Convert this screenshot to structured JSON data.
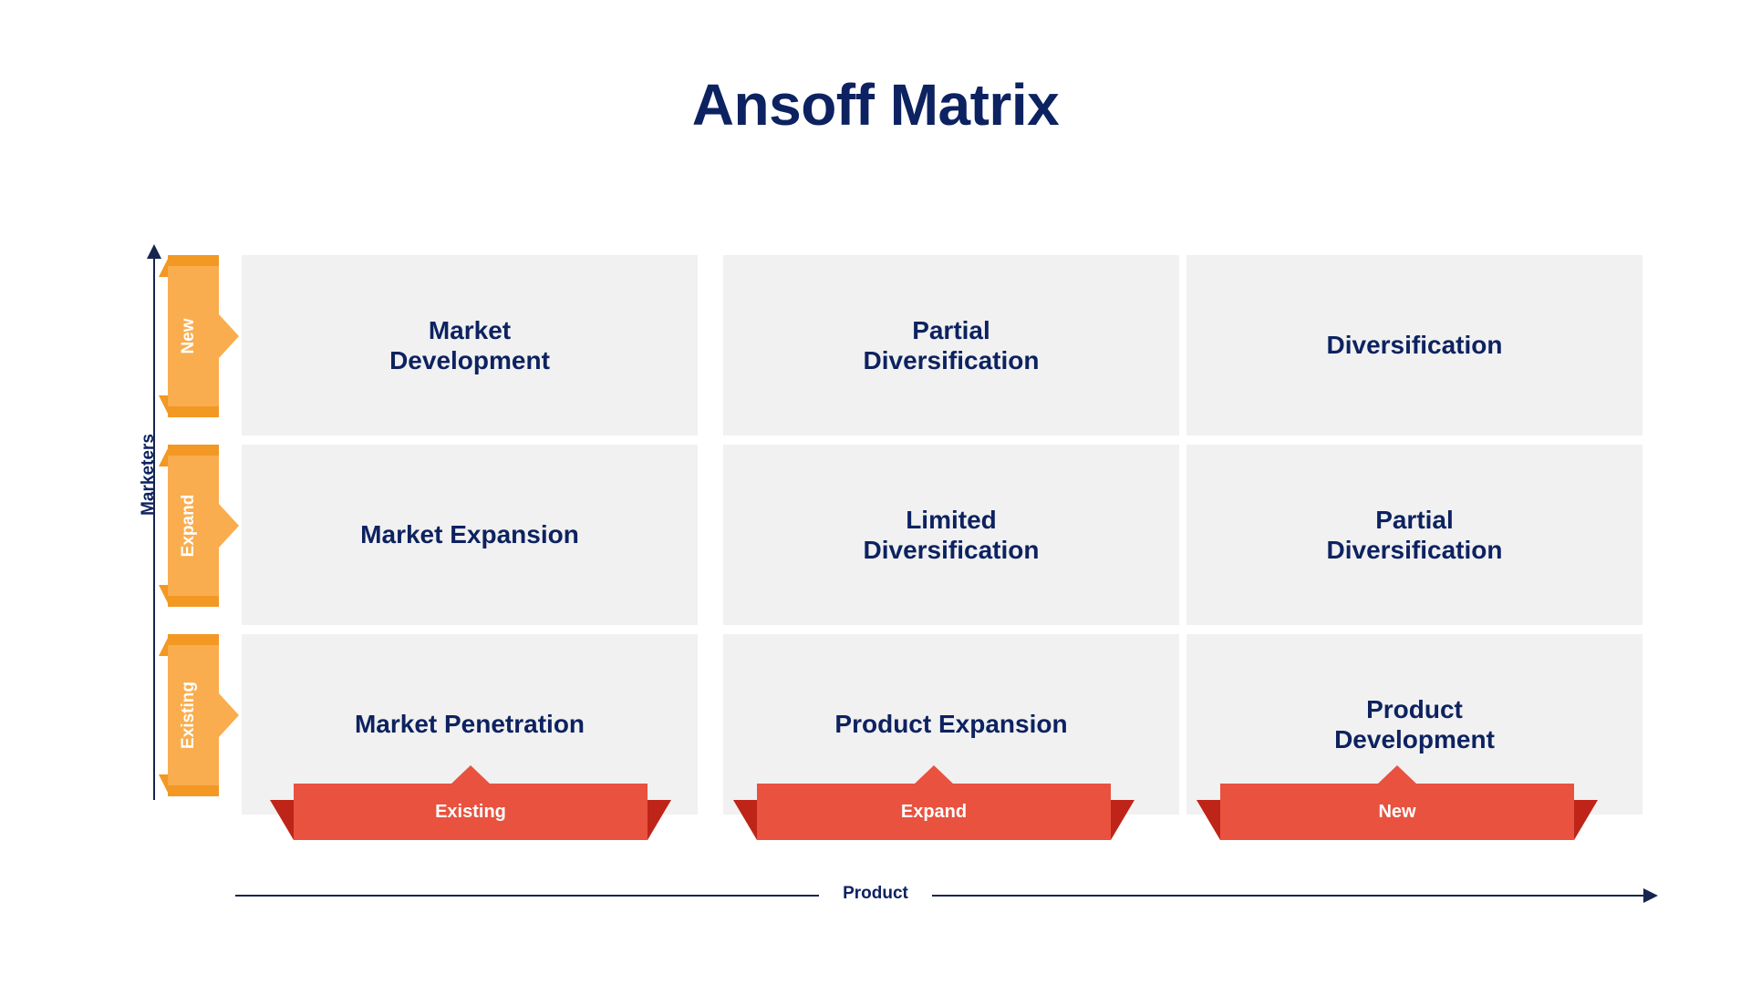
{
  "title": "Ansoff Matrix",
  "axes": {
    "y_label": "Marketers",
    "x_label": "Product"
  },
  "rows": [
    {
      "id": "new",
      "label": "New"
    },
    {
      "id": "expand",
      "label": "Expand"
    },
    {
      "id": "existing",
      "label": "Existing"
    }
  ],
  "columns": [
    {
      "id": "existing",
      "label": "Existing"
    },
    {
      "id": "expand",
      "label": "Expand"
    },
    {
      "id": "new",
      "label": "New"
    }
  ],
  "cells": [
    {
      "row": "new",
      "col": "existing",
      "text": "Market\nDevelopment"
    },
    {
      "row": "new",
      "col": "expand",
      "text": "Partial\nDiversification"
    },
    {
      "row": "new",
      "col": "new",
      "text": "Diversification"
    },
    {
      "row": "expand",
      "col": "existing",
      "text": "Market Expansion"
    },
    {
      "row": "expand",
      "col": "expand",
      "text": "Limited\nDiversification"
    },
    {
      "row": "expand",
      "col": "new",
      "text": "Partial\nDiversification"
    },
    {
      "row": "existing",
      "col": "existing",
      "text": "Market Penetration"
    },
    {
      "row": "existing",
      "col": "expand",
      "text": "Product Expansion"
    },
    {
      "row": "existing",
      "col": "new",
      "text": "Product\nDevelopment"
    }
  ],
  "colors": {
    "title": "#0d2260",
    "cell_text": "#0d2260",
    "cell_bg": "#f1f1f1",
    "row_tag": "#f9ad4e",
    "row_tag_fold": "#f29823",
    "col_banner": "#e8523f",
    "col_banner_tail": "#bf2418",
    "axis": "#17244f",
    "page_bg": "#ffffff"
  }
}
